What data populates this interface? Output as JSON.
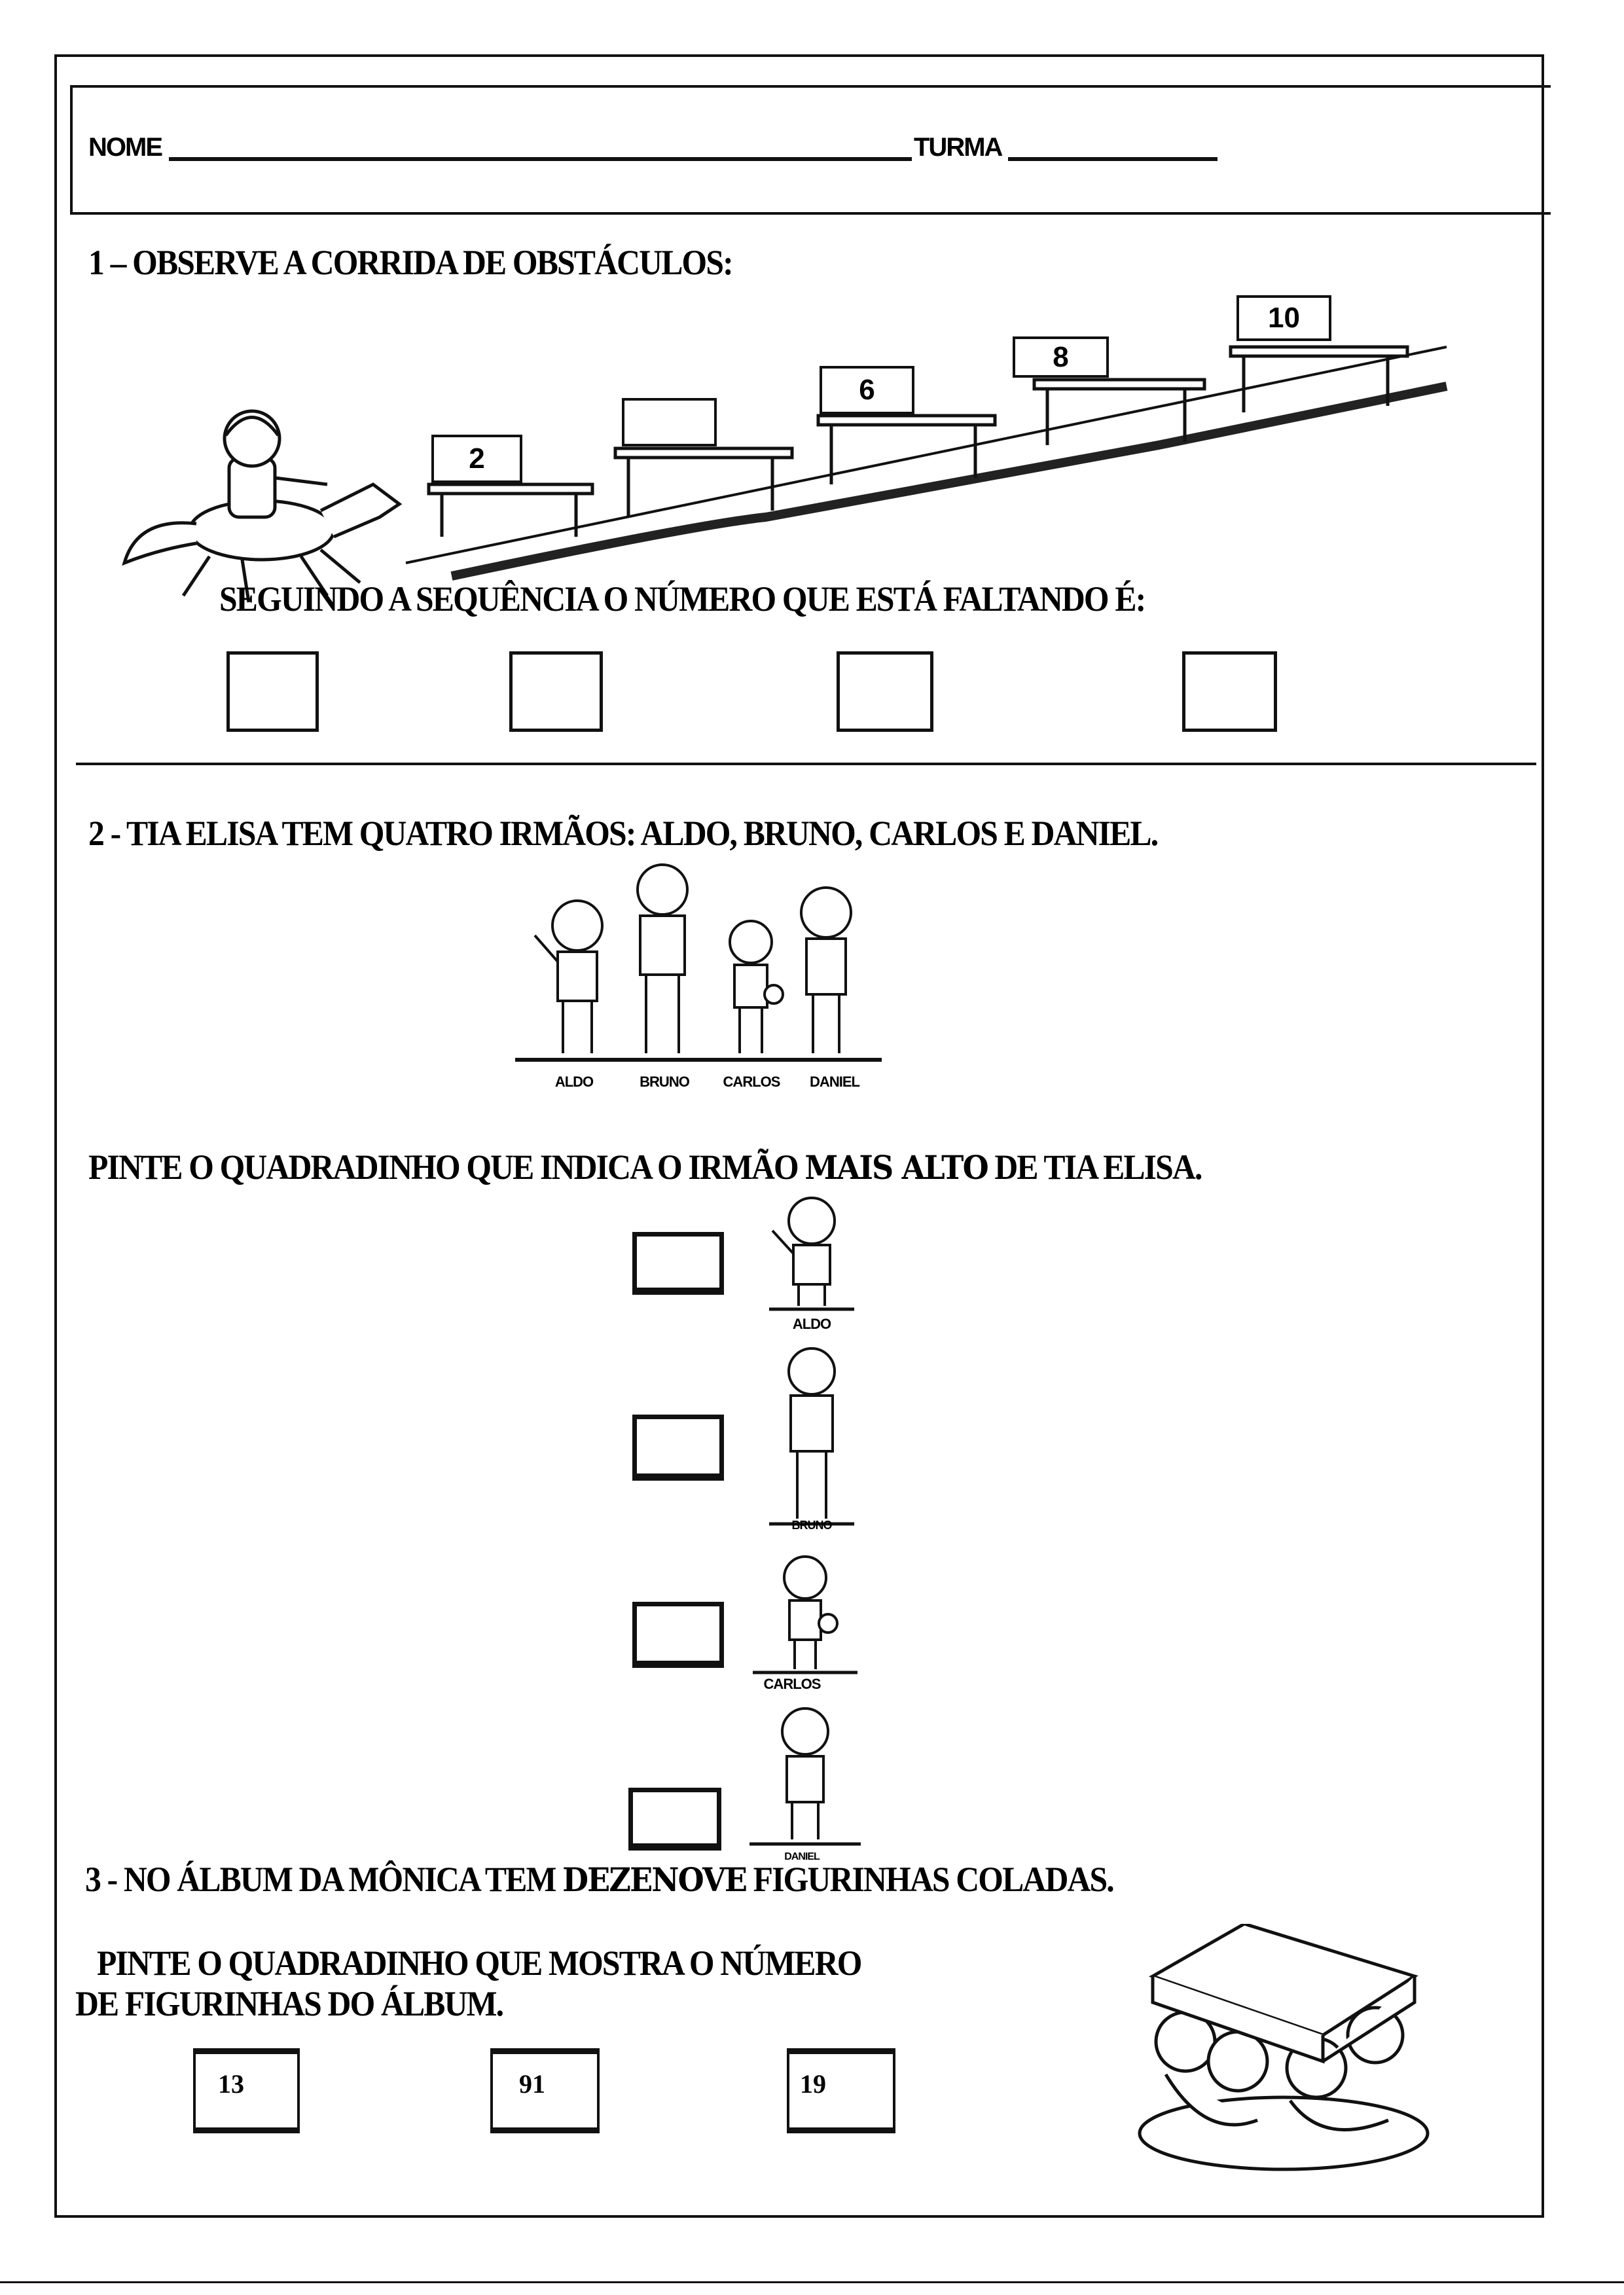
{
  "header": {
    "name_label": "NOME",
    "class_label": "TURMA"
  },
  "question1": {
    "title": "1 – OBSERVE A CORRIDA  DE OBSTÁCULOS:",
    "hurdle_numbers": [
      "2",
      "",
      "6",
      "8",
      "10"
    ],
    "prompt": "SEGUINDO A SEQUÊNCIA O NÚMERO QUE ESTÁ FALTANDO É:",
    "answer_box_count": 4
  },
  "question2": {
    "title": "2 - TIA ELISA TEM QUATRO IRMÃOS: ALDO, BRUNO, CARLOS E DANIEL.",
    "brothers": [
      "ALDO",
      "BRUNO",
      "CARLOS",
      "DANIEL"
    ],
    "prompt_before": "PINTE O QUADRADINHO QUE INDICA O IRMÃO ",
    "prompt_bold": "MAIS ALTO",
    "prompt_after": " DE TIA ELISA."
  },
  "question3": {
    "title_before": "3 - NO ÁLBUM DA MÔNICA  TEM ",
    "title_bold": "DEZENOVE",
    "title_after": " FIGURINHAS COLADAS.",
    "prompt_line1": "PINTE O QUADRADINHO QUE MOSTRA O NÚMERO",
    "prompt_line2": "DE FIGURINHAS DO ÁLBUM.",
    "options": [
      "13",
      "91",
      "19"
    ]
  }
}
